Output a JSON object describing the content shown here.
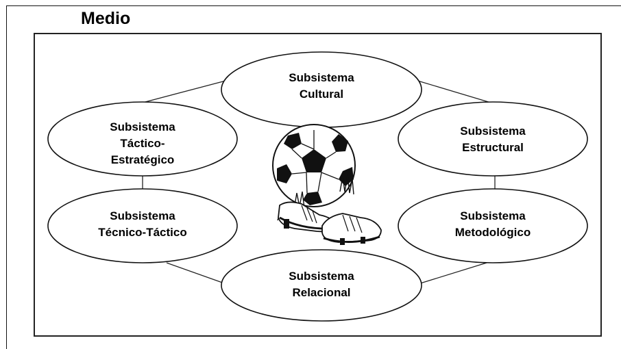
{
  "environment": {
    "title": "Medio"
  },
  "subsystems": [
    {
      "id": "cultural",
      "lines": [
        "Subsistema",
        "Cultural"
      ]
    },
    {
      "id": "tactico-estrategico",
      "lines": [
        "Subsistema",
        "Táctico-",
        "Estratégico"
      ]
    },
    {
      "id": "estructural",
      "lines": [
        "Subsistema",
        "Estructural"
      ]
    },
    {
      "id": "tecnico-tactico",
      "lines": [
        "Subsistema",
        "Técnico-Táctico"
      ]
    },
    {
      "id": "metodologico",
      "lines": [
        "Subsistema",
        "Metodológico"
      ]
    },
    {
      "id": "relacional",
      "lines": [
        "Subsistema",
        "Relacional"
      ]
    }
  ],
  "connections": [
    [
      "cultural",
      "tactico-estrategico"
    ],
    [
      "cultural",
      "estructural"
    ],
    [
      "tactico-estrategico",
      "tecnico-tactico"
    ],
    [
      "estructural",
      "metodologico"
    ],
    [
      "tecnico-tactico",
      "relacional"
    ],
    [
      "metodologico",
      "relacional"
    ]
  ],
  "center_image": {
    "icon": "soccer-ball-and-boots-icon"
  }
}
